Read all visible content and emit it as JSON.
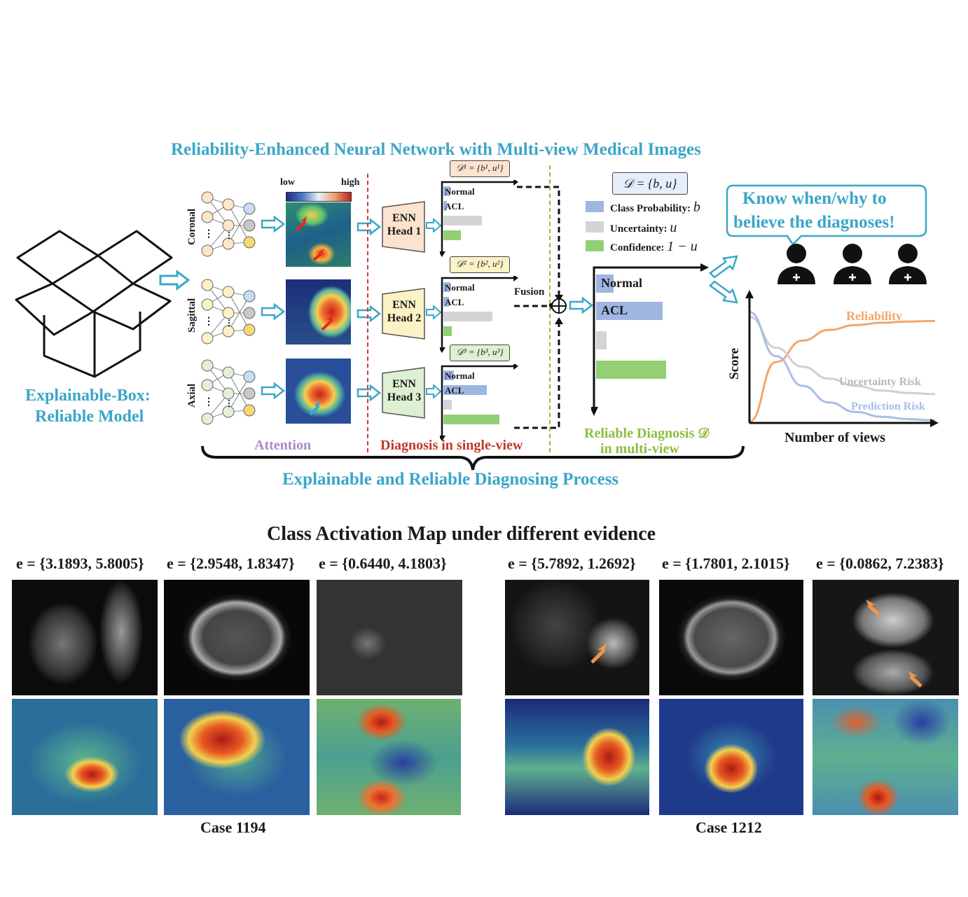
{
  "top": {
    "title": "Reliability-Enhanced Neural Network with Multi-view Medical Images",
    "box_label_line1": "Explainable-Box:",
    "box_label_line2": "Reliable Model",
    "views": [
      "Coronal",
      "Sagittal",
      "Axial"
    ],
    "colorbar": {
      "low": "low",
      "high": "high"
    },
    "enn_heads": [
      {
        "line1": "ENN",
        "line2": "Head 1",
        "fill": "#fbe3cf"
      },
      {
        "line1": "ENN",
        "line2": "Head 2",
        "fill": "#fbf2c6"
      },
      {
        "line1": "ENN",
        "line2": "Head 3",
        "fill": "#ddf0d2"
      }
    ],
    "view_opinions": [
      {
        "label": "𝒟¹ = {b¹, u¹}",
        "fill": "#fbe3cf"
      },
      {
        "label": "𝒟² = {b², u²}",
        "fill": "#fbf2c6"
      },
      {
        "label": "𝒟³ = {b³, u³}",
        "fill": "#ddf0d2"
      }
    ],
    "single_view_bars": [
      {
        "labels": [
          "Normal",
          "ACL"
        ],
        "normal": 0.1,
        "acl": 0.05,
        "uncertainty": 0.55,
        "confidence": 0.25
      },
      {
        "labels": [
          "Normal",
          "ACL"
        ],
        "normal": 0.1,
        "acl": 0.08,
        "uncertainty": 0.7,
        "confidence": 0.12
      },
      {
        "labels": [
          "Normal",
          "ACL"
        ],
        "normal": 0.15,
        "acl": 0.62,
        "uncertainty": 0.12,
        "confidence": 0.8
      }
    ],
    "fusion_label": "Fusion",
    "combined_opinion": "𝒟 = {b, u}",
    "legend": [
      {
        "text": "Class Probability:",
        "symbol": "b",
        "color": "#9fb6e2"
      },
      {
        "text": "Uncertainty:",
        "symbol": "u",
        "color": "#d4d4d4"
      },
      {
        "text": "Confidence:",
        "symbol": "1 − u",
        "color": "#93cf74"
      }
    ],
    "multi_view_bars": {
      "labels": [
        "Normal",
        "ACL"
      ],
      "normal": 0.25,
      "acl": 0.95,
      "uncertainty": 0.15,
      "confidence": 1.0
    },
    "bubble_line1": "Know when/why to",
    "bubble_line2": "believe the diagnoses!",
    "section_labels": {
      "attention": "Attention",
      "single_view": "Diagnosis in single-view",
      "reliable_line1": "Reliable Diagnosis 𝒟",
      "reliable_line2": "in multi-view"
    },
    "process_label": "Explainable and Reliable Diagnosing Process",
    "colors": {
      "teal": "#3aa6c8",
      "attention": "#a88cc8",
      "single_view": "#c0392b",
      "reliable": "#8cbf3f"
    }
  },
  "chart_data": {
    "type": "line",
    "xlabel": "Number of views",
    "ylabel": "Score",
    "series": [
      {
        "name": "Reliability",
        "color": "#f4a66a",
        "values": [
          0.0,
          0.5,
          0.68,
          0.77,
          0.81,
          0.83,
          0.84,
          0.845
        ]
      },
      {
        "name": "Uncertainty Risk",
        "color": "#cfcfcf",
        "values": [
          0.88,
          0.62,
          0.46,
          0.36,
          0.3,
          0.26,
          0.24,
          0.23
        ]
      },
      {
        "name": "Prediction Risk",
        "color": "#a9bde6",
        "values": [
          0.92,
          0.55,
          0.3,
          0.16,
          0.08,
          0.04,
          0.02,
          0.01
        ]
      }
    ]
  },
  "bottom": {
    "title": "Class Activation Map under different evidence",
    "cases": [
      {
        "name": "Case 1194",
        "evidence": [
          "e = {3.1893, 5.8005}",
          "e = {2.9548, 1.8347}",
          "e = {0.6440, 4.1803}"
        ]
      },
      {
        "name": "Case 1212",
        "evidence": [
          "e = {5.7892, 1.2692}",
          "e = {1.7801, 2.1015}",
          "e = {0.0862, 7.2383}"
        ]
      }
    ]
  }
}
